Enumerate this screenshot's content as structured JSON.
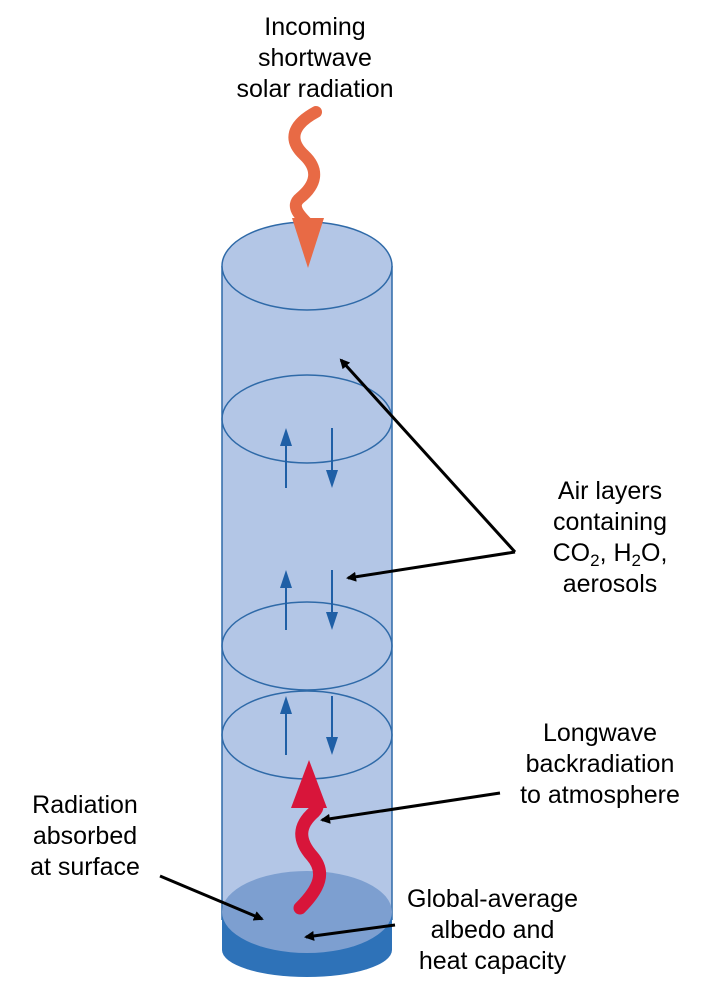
{
  "labels": {
    "incoming": [
      "Incoming",
      "shortwave",
      "solar radiation"
    ],
    "air_layers": {
      "line1": "Air layers",
      "line2": "containing",
      "gases": [
        {
          "base": "CO",
          "sub": "2",
          "after": ", "
        },
        {
          "base": "H",
          "sub": "2",
          "after": "O,"
        }
      ],
      "line4": "aerosols"
    },
    "longwave": [
      "Longwave",
      "backradiation",
      "to atmosphere"
    ],
    "absorbed": [
      "Radiation",
      "absorbed",
      "at surface"
    ],
    "albedo": [
      "Global-average",
      "albedo and",
      "heat capacity"
    ]
  },
  "colors": {
    "column_fill": "#b3c6e6",
    "column_stroke": "#2f6aa8",
    "surface_top": "#7d9fd0",
    "surface_side": "#2e72b8",
    "layer_arrows": "#1f5fa6",
    "shortwave_arrow": "#e86a45",
    "longwave_arrow": "#d8153a",
    "pointer": "#000000"
  },
  "icons": [
    "wavy-shortwave-arrow",
    "wavy-longwave-arrow",
    "up-arrow",
    "down-arrow"
  ]
}
